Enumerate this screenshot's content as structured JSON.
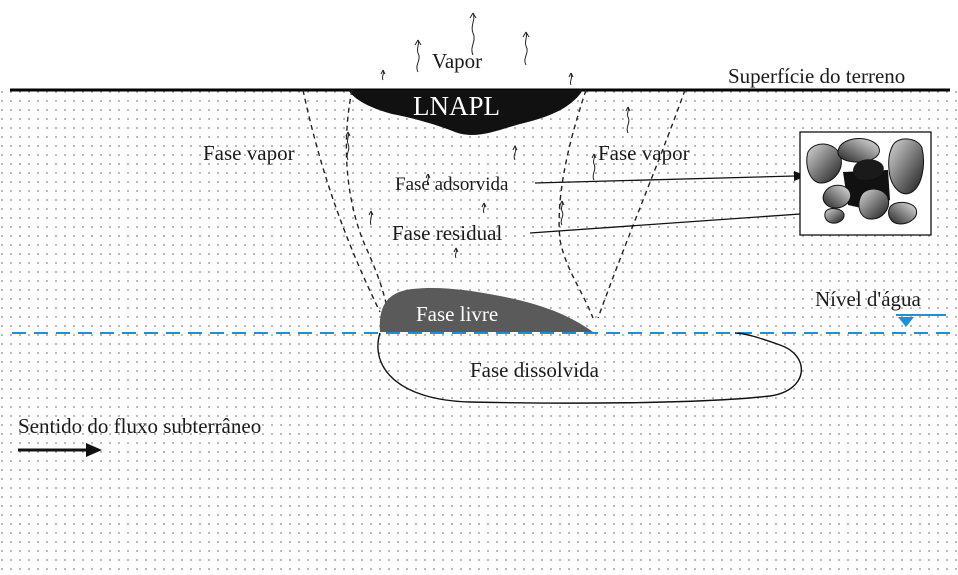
{
  "labels": {
    "surface": "Superfície do terreno",
    "vapor_top": "Vapor",
    "lnapl": "LNAPL",
    "vapor_phase_left": "Fase vapor",
    "vapor_phase_right": "Fase vapor",
    "adsorbed_phase": "Fase adsorvida",
    "residual_phase": "Fase residual",
    "free_phase": "Fase livre",
    "water_level": "Nível d'água",
    "dissolved_phase": "Fase dissolvida",
    "flow_direction": "Sentido do fluxo subterrâneo"
  },
  "colors": {
    "ground_line": "#000000",
    "dots": "#8a8a8a",
    "lnapl_fill": "#111111",
    "free_phase_fill": "#5a5a5a",
    "water_table": "#1e90d6",
    "grain_dark": "#1a1a1a",
    "grain_light": "#d9d9d9"
  }
}
